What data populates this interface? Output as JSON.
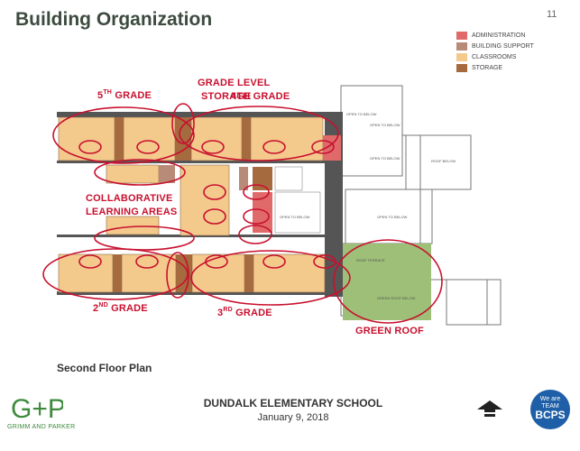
{
  "header": {
    "title": "Building Organization",
    "page_number": "11"
  },
  "legend": [
    {
      "label": "ADMINISTRATION",
      "color": "#e06a6a"
    },
    {
      "label": "BUILDING SUPPORT",
      "color": "#b88a78"
    },
    {
      "label": "CLASSROOMS",
      "color": "#f4c98c"
    },
    {
      "label": "STORAGE",
      "color": "#a66a3f"
    }
  ],
  "labels": {
    "fifth_grade": {
      "base": "5",
      "sup": "TH",
      "rest": " GRADE"
    },
    "grade_level": "GRADE LEVEL",
    "storage": "STORAGE",
    "fourth_grade": "4TH GRADE",
    "collaborative_1": "COLLABORATIVE",
    "collaborative_2": "LEARNING AREAS",
    "second_grade": {
      "base": "2",
      "sup": "ND",
      "rest": " GRADE"
    },
    "third_grade": {
      "base": "3",
      "sup": "RD",
      "rest": " GRADE"
    },
    "green_roof": "GREEN ROOF"
  },
  "plan_notes": {
    "open_to_below": "OPEN TO BELOW",
    "roof_below": "ROOF BELOW",
    "roof_terrace": "ROOF TERRACE",
    "green_roof_below": "GREEN ROOF BELOW"
  },
  "caption": "Second Floor Plan",
  "footer": {
    "school": "DUNDALK ELEMENTARY SCHOOL",
    "date": "January 9, 2018",
    "logo_mark": "G+P",
    "logo_text": "GRIMM AND PARKER",
    "badge_top": "We are",
    "badge_mid": "TEAM",
    "badge_bottom": "BCPS"
  },
  "colors": {
    "accent_red": "#c8102e",
    "classroom": "#f4c98c",
    "support": "#b88a78",
    "storage": "#a66a3f",
    "admin": "#e06a6a",
    "green_roof": "#9dbf78"
  },
  "icons": [
    "north-arrow-icon"
  ]
}
